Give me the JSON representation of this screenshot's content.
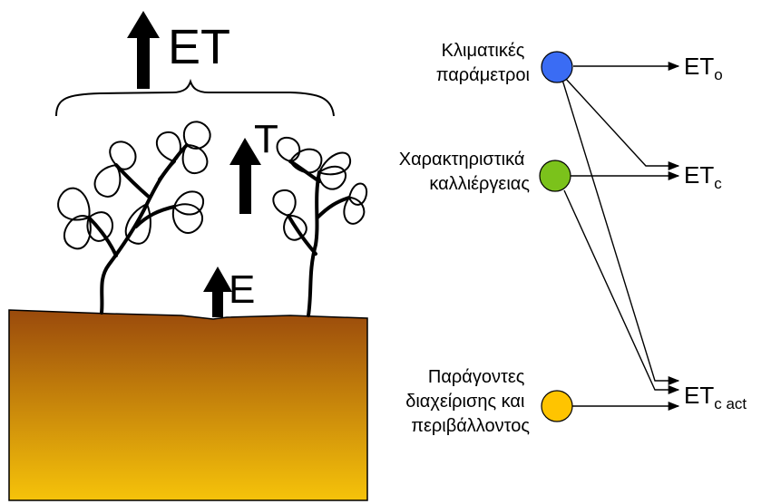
{
  "left_panel": {
    "et_label": "ET",
    "t_label": "T",
    "e_label": "E"
  },
  "nodes": [
    {
      "id": "climate",
      "lines": [
        "Κλιματικές",
        "παράμετροι"
      ],
      "color": "#3a6cf4"
    },
    {
      "id": "crop",
      "lines": [
        "Χαρακτηριστικά",
        "καλλιέργειας"
      ],
      "color": "#7bc21b"
    },
    {
      "id": "management",
      "lines": [
        "Παράγοντες",
        "διαχείρισης και",
        "περιβάλλοντος"
      ],
      "color": "#ffc400"
    }
  ],
  "outputs": [
    {
      "main": "ET",
      "sub": "o"
    },
    {
      "main": "ET",
      "sub": "c"
    },
    {
      "main": "ET",
      "sub": "c act"
    }
  ],
  "soil_colors": {
    "top": "#9a4a0c",
    "bottom": "#f6c30a"
  }
}
